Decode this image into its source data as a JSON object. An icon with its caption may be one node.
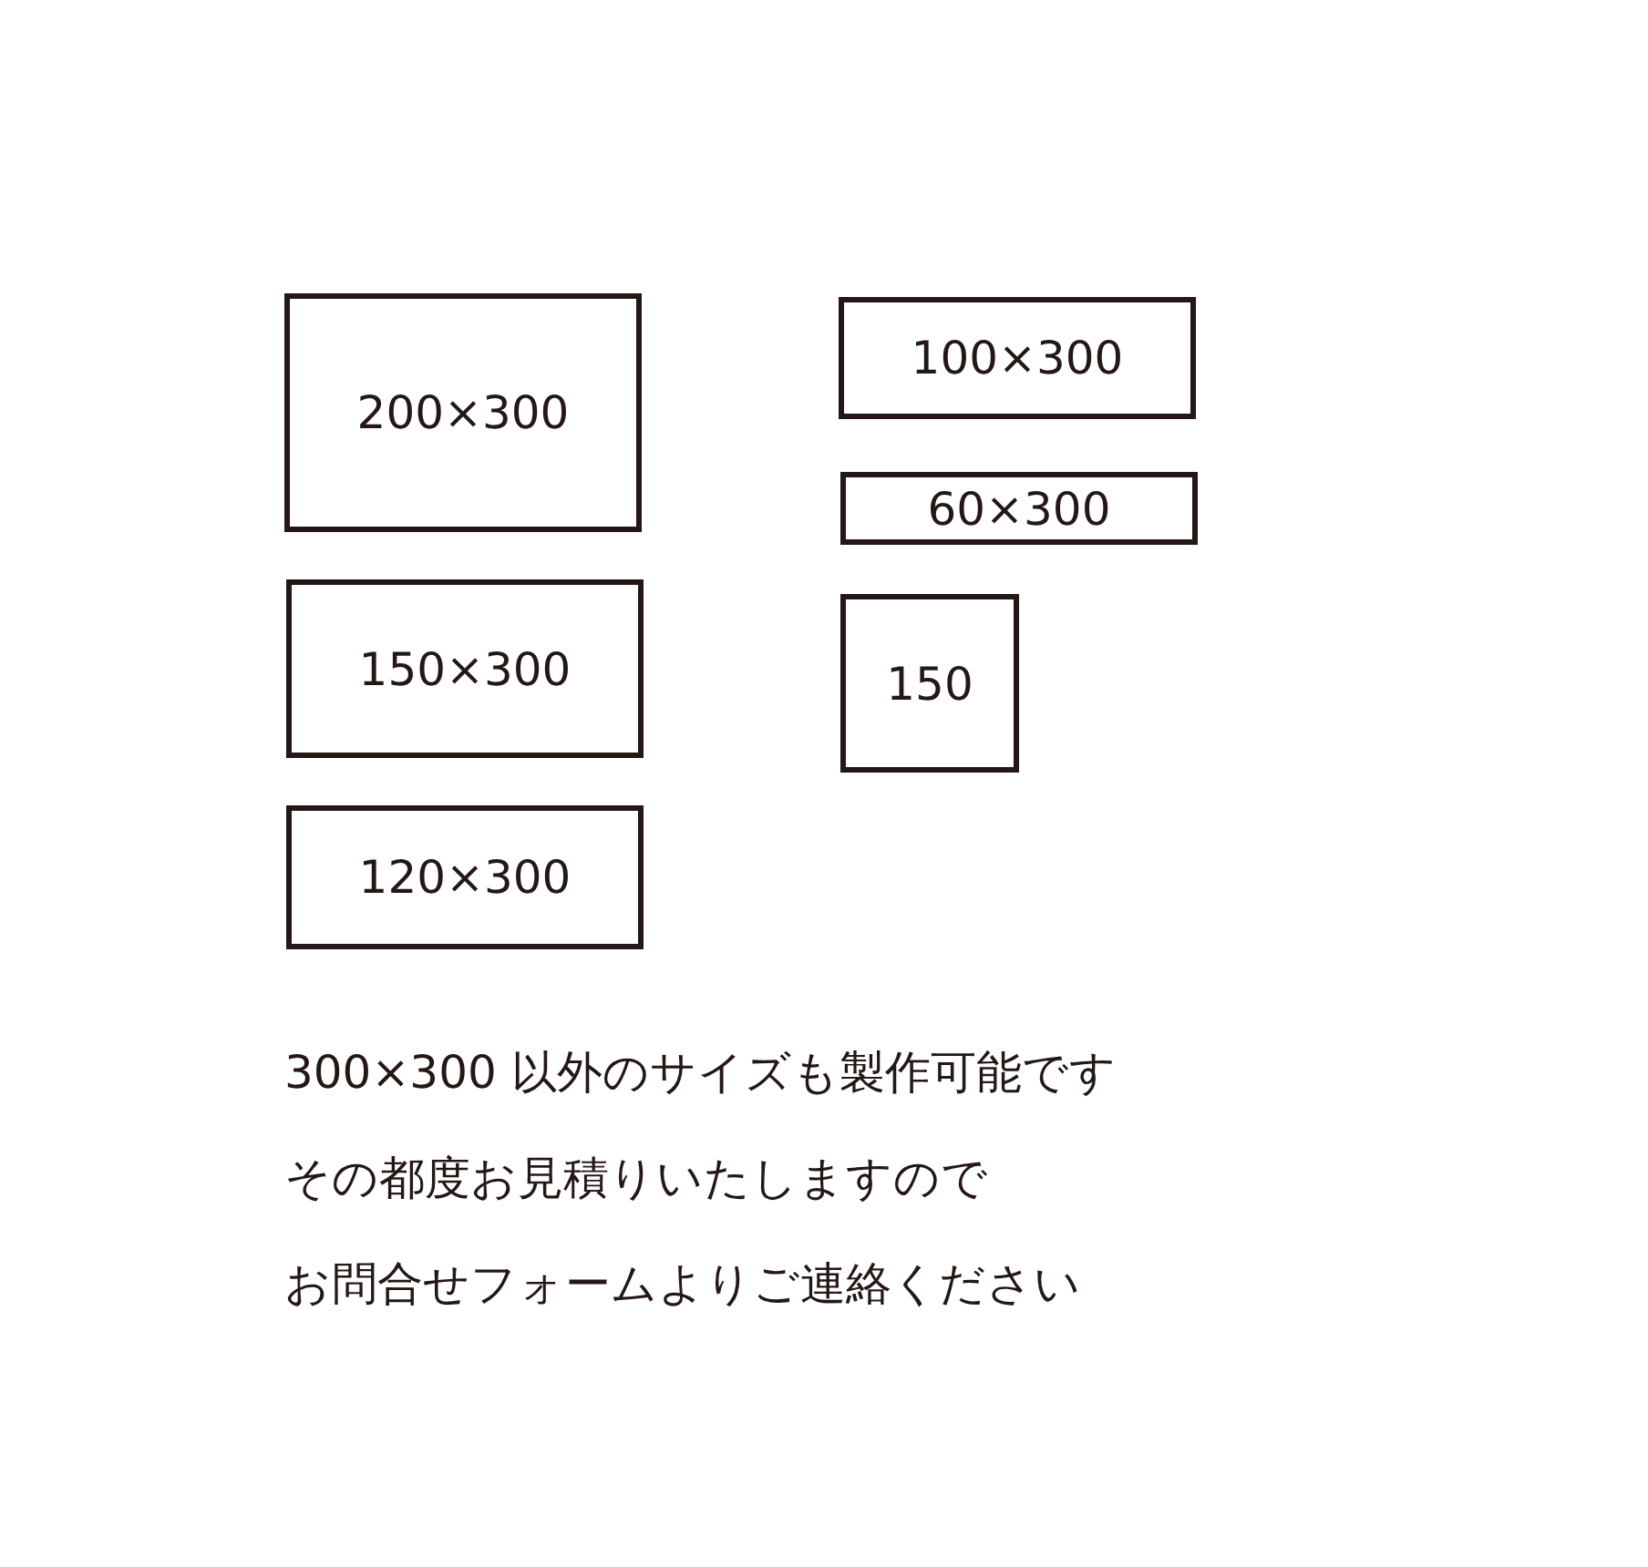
{
  "diagram": {
    "nodes": [
      {
        "text": [
          "200×300"
        ]
      },
      {
        "text": [
          "100×300"
        ]
      },
      {
        "text": [
          "60×300"
        ]
      },
      {
        "text": [
          "150×300"
        ]
      },
      {
        "text": [
          "150"
        ]
      },
      {
        "text": [
          "120×300"
        ]
      }
    ],
    "labels": [
      "300×300 以外のサイズも製作可能です",
      "その都度お見積りいたしますので",
      "お問合せフォームよりご連絡ください"
    ]
  }
}
